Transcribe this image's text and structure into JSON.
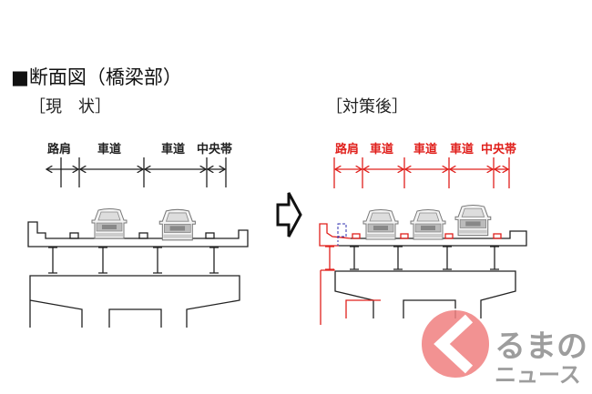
{
  "title": "■断面図（橋梁部）",
  "current": {
    "label": "［現　状］",
    "lanes": [
      "路肩",
      "車道",
      "車道",
      "中央帯"
    ]
  },
  "after": {
    "label": "［対策後］",
    "lanes": [
      "路肩",
      "車道",
      "車道",
      "車道",
      "中央帯"
    ]
  },
  "colors": {
    "current": "#222222",
    "after": "#e0201c",
    "logo": "#f08080"
  },
  "logo": {
    "line1": "るまの",
    "line2": "ニュース"
  }
}
